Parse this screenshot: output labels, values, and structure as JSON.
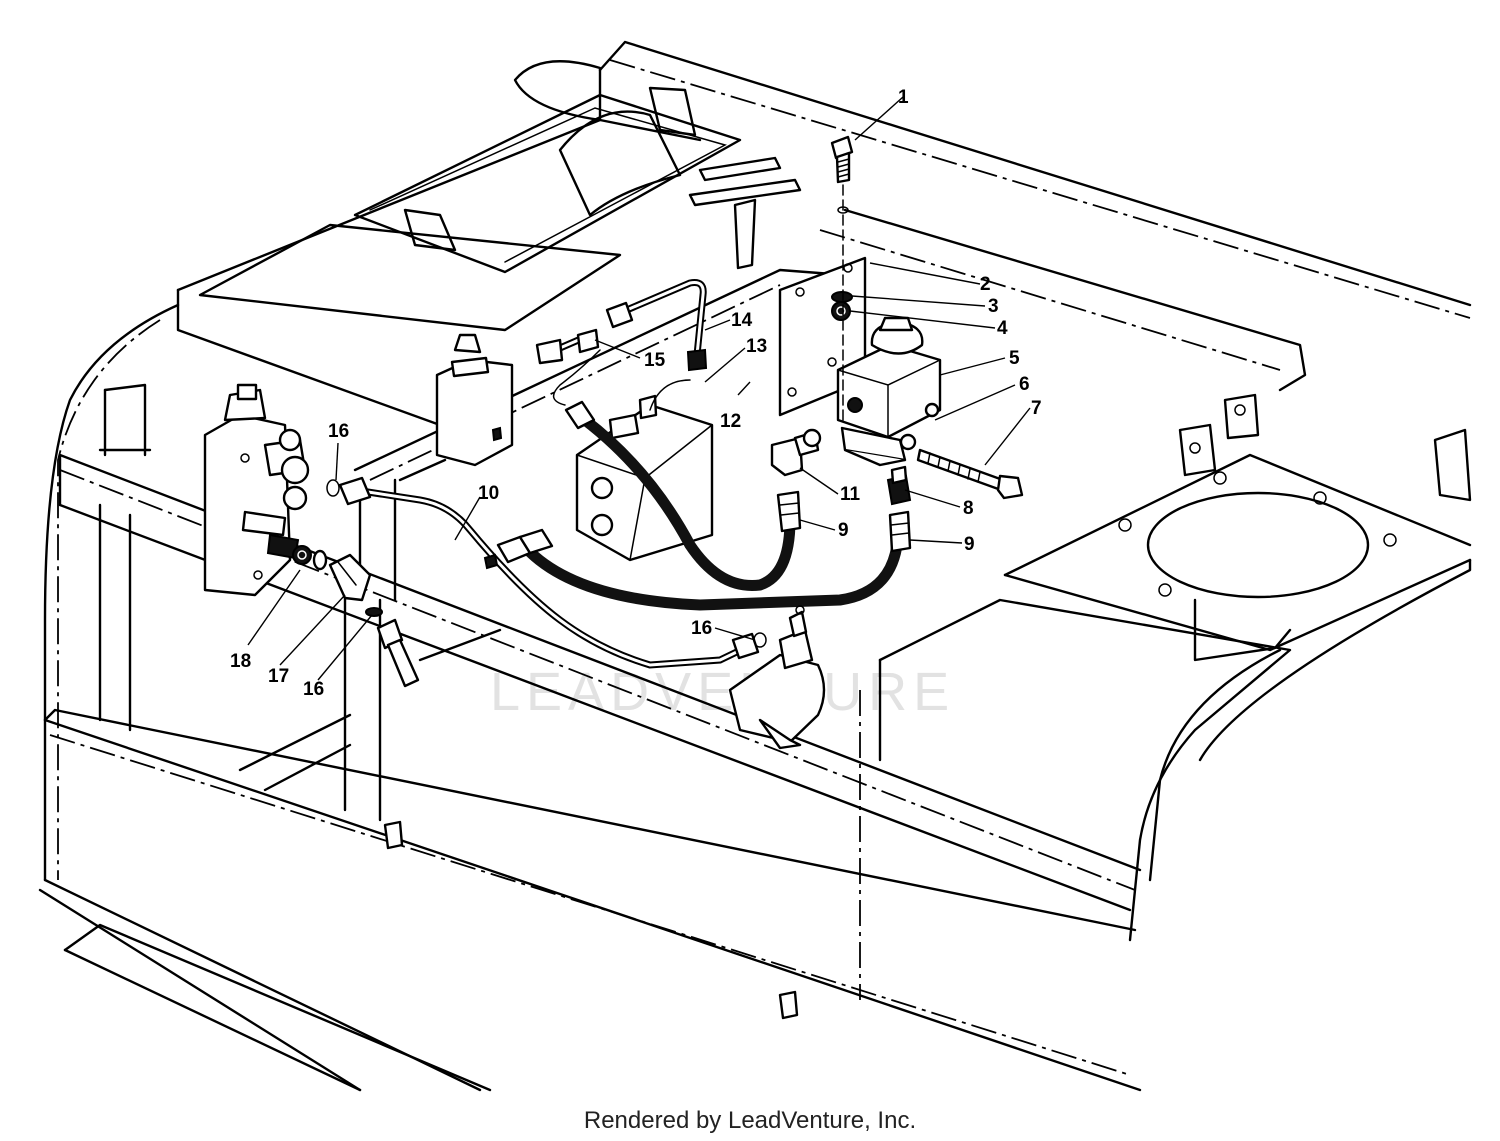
{
  "diagram": {
    "callouts": [
      {
        "id": "c1",
        "label": "1"
      },
      {
        "id": "c2",
        "label": "2"
      },
      {
        "id": "c3",
        "label": "3"
      },
      {
        "id": "c4",
        "label": "4"
      },
      {
        "id": "c5",
        "label": "5"
      },
      {
        "id": "c6",
        "label": "6"
      },
      {
        "id": "c7",
        "label": "7"
      },
      {
        "id": "c8",
        "label": "8"
      },
      {
        "id": "c9a",
        "label": "9"
      },
      {
        "id": "c9b",
        "label": "9"
      },
      {
        "id": "c10",
        "label": "10"
      },
      {
        "id": "c11",
        "label": "11"
      },
      {
        "id": "c12",
        "label": "12"
      },
      {
        "id": "c13",
        "label": "13"
      },
      {
        "id": "c14",
        "label": "14"
      },
      {
        "id": "c15",
        "label": "15"
      },
      {
        "id": "c16a",
        "label": "16"
      },
      {
        "id": "c16b",
        "label": "16"
      },
      {
        "id": "c16c",
        "label": "16"
      },
      {
        "id": "c17",
        "label": "17"
      },
      {
        "id": "c18",
        "label": "18"
      }
    ],
    "watermark": "LEADVENTURE"
  },
  "footer": {
    "credit": "Rendered by LeadVenture, Inc."
  }
}
